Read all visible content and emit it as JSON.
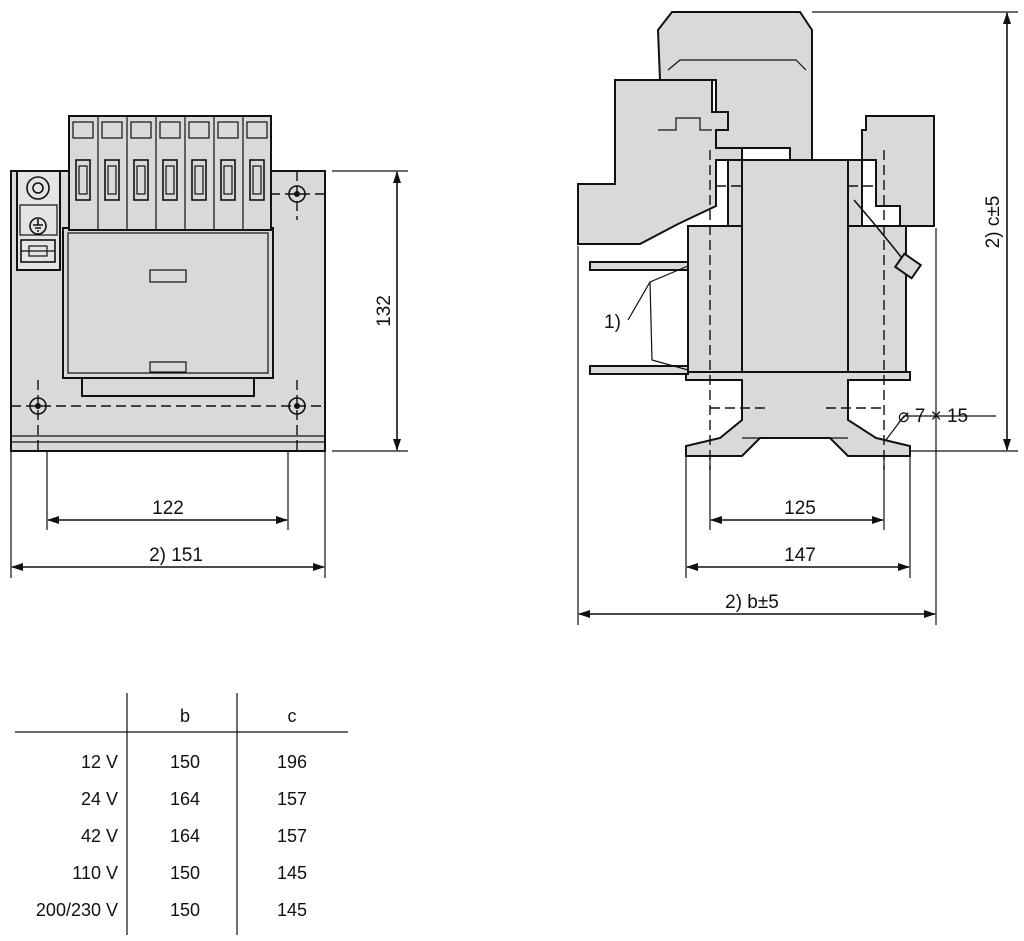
{
  "dimensions": {
    "front_height": "132",
    "front_hole_spacing": "122",
    "front_width": "2) 151",
    "side_hole_spacing": "125",
    "side_base_width": "147",
    "side_overall_width": "2) b±5",
    "side_overall_height": "2) c±5",
    "slot_size": "⌀ 7 × 15",
    "callout_1": "1)"
  },
  "table": {
    "headers": [
      "",
      "b",
      "c"
    ],
    "rows": [
      {
        "voltage": "12 V",
        "b": "150",
        "c": "196"
      },
      {
        "voltage": "24 V",
        "b": "164",
        "c": "157"
      },
      {
        "voltage": "42 V",
        "b": "164",
        "c": "157"
      },
      {
        "voltage": "110 V",
        "b": "150",
        "c": "145"
      },
      {
        "voltage": "200/230 V",
        "b": "150",
        "c": "145"
      }
    ]
  }
}
